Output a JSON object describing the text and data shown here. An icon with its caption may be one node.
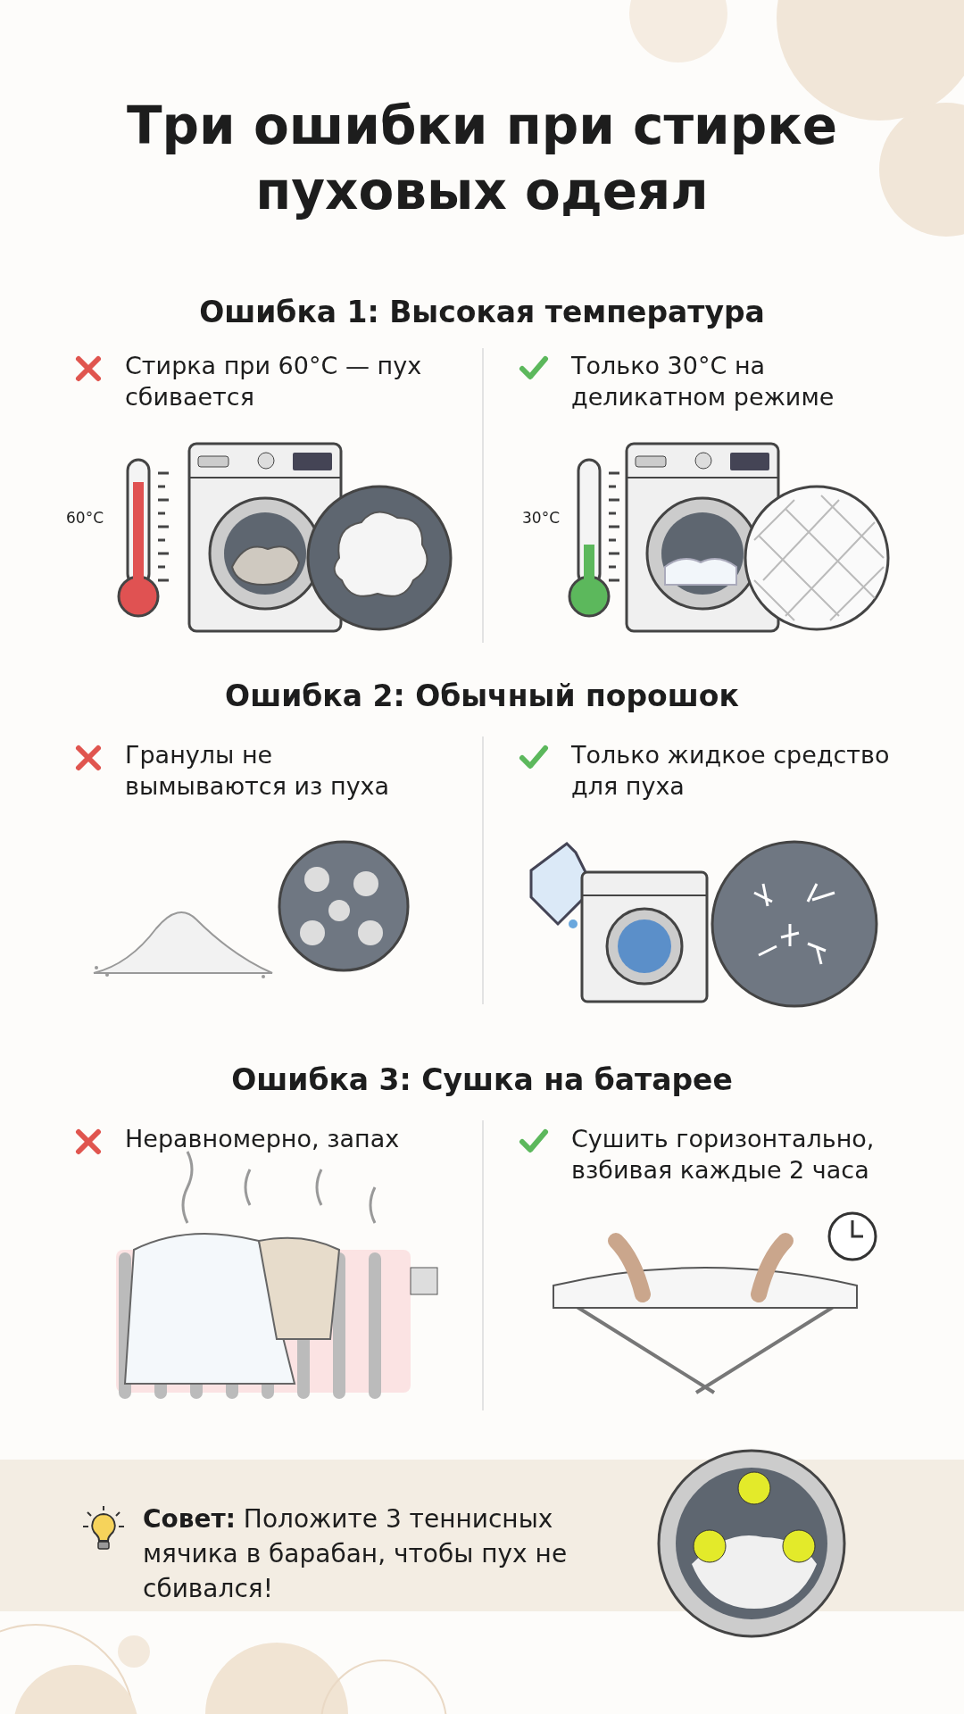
{
  "diagram": {
    "title": "Три ошибки при стирке пуховых одеял",
    "labels": [
      "Ошибка 1: Высокая температура",
      "Стирка при 60°С — пух сбивается",
      "Только 30°С на деликатном режиме",
      "60°C",
      "30°C",
      "Ошибка 2: Обычный порошок",
      "Гранулы не вымываются из пуха",
      "Только жидкое средство для пуха",
      "Ошибка 3: Сушка на батарее",
      "Неравномерно, запах",
      "Сушить горизонтально, взбивая каждые 2 часа",
      "**Совет:** Положите 3 теннисных мячика в барабан, чтобы пух не сбивался!"
    ]
  }
}
